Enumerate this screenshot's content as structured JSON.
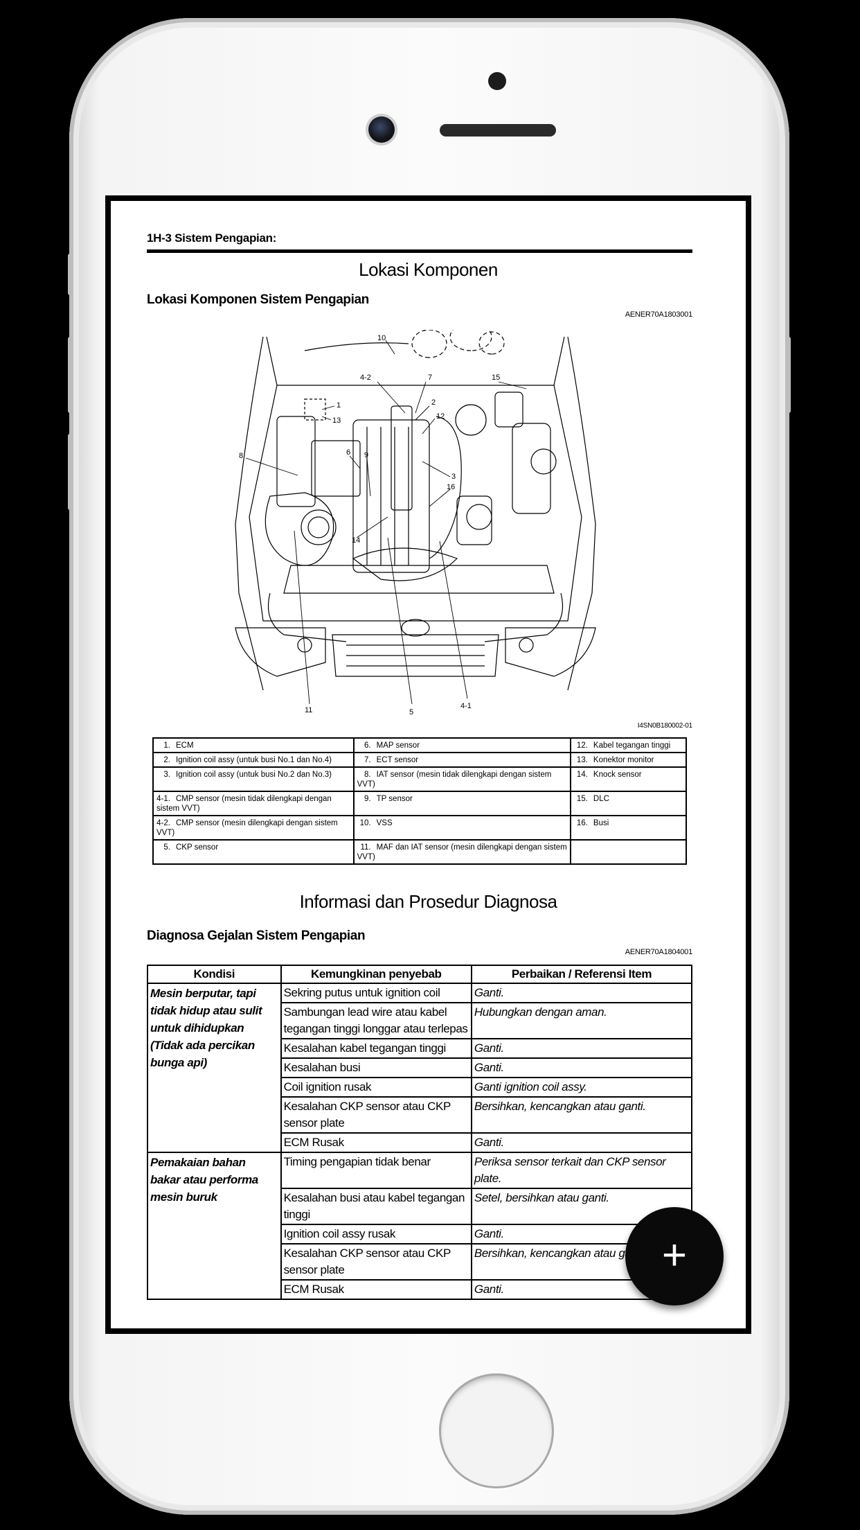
{
  "page": {
    "header": "1H-3   Sistem Pengapian:",
    "title_lokasi": "Lokasi Komponen",
    "subtitle_lokasi": "Lokasi Komponen Sistem Pengapian",
    "code_lokasi": "AENER70A1803001",
    "figure_code": "I4SN0B180002-01",
    "callouts": [
      "10",
      "4-2",
      "7",
      "15",
      "1",
      "13",
      "2",
      "12",
      "8",
      "6",
      "9",
      "3",
      "16",
      "14",
      "11",
      "5",
      "4-1"
    ],
    "legend": [
      [
        {
          "num": "1.",
          "text": "ECM"
        },
        {
          "num": "6.",
          "text": "MAP sensor"
        },
        {
          "num": "12.",
          "text": "Kabel tegangan tinggi"
        }
      ],
      [
        {
          "num": "2.",
          "text": "Ignition coil assy (untuk busi No.1 dan No.4)"
        },
        {
          "num": "7.",
          "text": "ECT sensor"
        },
        {
          "num": "13.",
          "text": "Konektor monitor"
        }
      ],
      [
        {
          "num": "3.",
          "text": "Ignition coil assy (untuk busi No.2 dan No.3)"
        },
        {
          "num": "8.",
          "text": "IAT sensor (mesin tidak dilengkapi dengan sistem VVT)"
        },
        {
          "num": "14.",
          "text": "Knock sensor"
        }
      ],
      [
        {
          "num": "4-1.",
          "text": "CMP sensor (mesin tidak dilengkapi dengan sistem VVT)"
        },
        {
          "num": "9.",
          "text": "TP sensor"
        },
        {
          "num": "15.",
          "text": "DLC"
        }
      ],
      [
        {
          "num": "4-2.",
          "text": "CMP sensor (mesin dilengkapi dengan sistem VVT)"
        },
        {
          "num": "10.",
          "text": "VSS"
        },
        {
          "num": "16.",
          "text": "Busi"
        }
      ],
      [
        {
          "num": "5.",
          "text": "CKP sensor"
        },
        {
          "num": "11.",
          "text": "MAF dan IAT sensor (mesin dilengkapi dengan sistem VVT)"
        },
        {
          "num": "",
          "text": ""
        }
      ]
    ],
    "title_diag": "Informasi dan Prosedur Diagnosa",
    "subtitle_diag": "Diagnosa Gejalan Sistem Pengapian",
    "code_diag": "AENER70A1804001",
    "table_headers": [
      "Kondisi",
      "Kemungkinan penyebab",
      "Perbaikan / Referensi Item"
    ],
    "conditions": [
      {
        "kondisi": "Mesin berputar, tapi tidak hidup atau sulit untuk dihidupkan (Tidak ada percikan bunga api)",
        "rows": [
          {
            "cause": "Sekring putus untuk ignition coil",
            "fix": "Ganti."
          },
          {
            "cause": "Sambungan lead wire atau kabel tegangan tinggi longgar atau terlepas",
            "fix": "Hubungkan dengan aman."
          },
          {
            "cause": "Kesalahan kabel tegangan tinggi",
            "fix": "Ganti."
          },
          {
            "cause": "Kesalahan busi",
            "fix": "Ganti."
          },
          {
            "cause": "Coil ignition rusak",
            "fix": "Ganti ignition coil assy."
          },
          {
            "cause": "Kesalahan CKP sensor atau CKP sensor plate",
            "fix": "Bersihkan, kencangkan atau ganti."
          },
          {
            "cause": "ECM Rusak",
            "fix": "Ganti."
          }
        ]
      },
      {
        "kondisi": "Pemakaian bahan bakar atau performa mesin buruk",
        "rows": [
          {
            "cause": "Timing pengapian tidak benar",
            "fix": "Periksa sensor terkait dan CKP sensor plate."
          },
          {
            "cause": "Kesalahan busi atau kabel tegangan tinggi",
            "fix": "Setel, bersihkan atau ganti."
          },
          {
            "cause": "Ignition coil assy rusak",
            "fix": "Ganti."
          },
          {
            "cause": "Kesalahan CKP sensor atau CKP sensor plate",
            "fix": "Bersihkan, kencangkan atau ganti."
          },
          {
            "cause": "ECM Rusak",
            "fix": "Ganti."
          }
        ]
      }
    ]
  },
  "fab": {
    "label": "+",
    "icon": "plus-icon"
  }
}
